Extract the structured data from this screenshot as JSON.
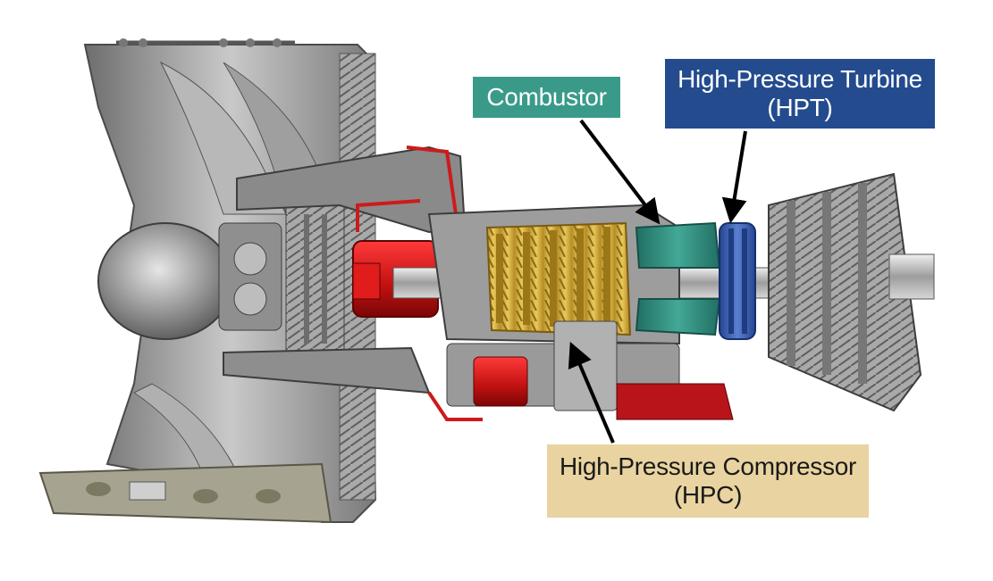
{
  "labels": {
    "combustor": {
      "text": "Combustor",
      "color": "#3a9a8a"
    },
    "hpt": {
      "line1": "High-Pressure Turbine",
      "line2": "(HPT)",
      "color": "#234b8e"
    },
    "hpc": {
      "line1": "High-Pressure Compressor",
      "line2": "(HPC)",
      "color": "#e9d3a0"
    }
  },
  "colors": {
    "fan": "#9a9a9a",
    "compressor_hpc": "#d8b440",
    "combustor": "#2f8f80",
    "turbine_hpt": "#3f63b8",
    "accessory_red": "#cc1b1b",
    "casing": "#8c8c8c",
    "arrow": "#000000"
  }
}
